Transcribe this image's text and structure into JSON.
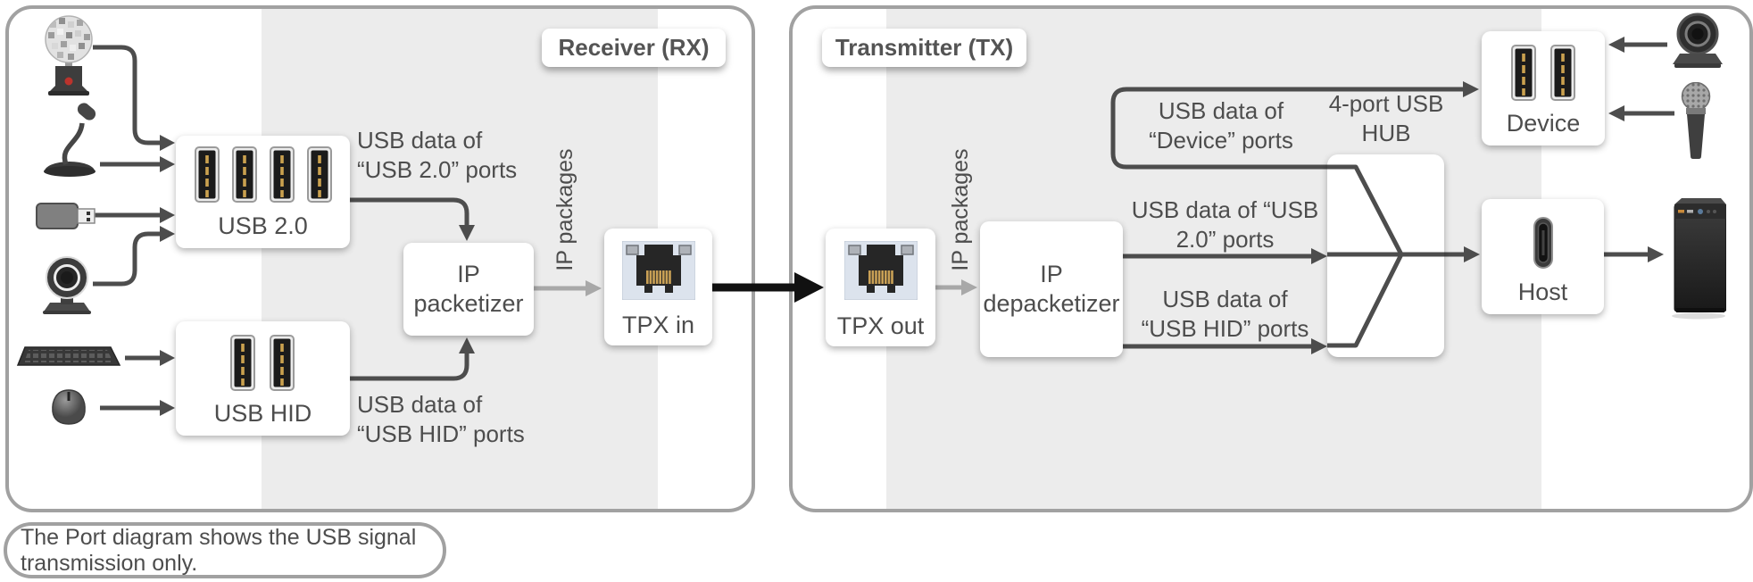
{
  "rx": {
    "badge": "Receiver (RX)",
    "usb20": "USB 2.0",
    "usbhid": "USB HID",
    "packetizer1": "IP",
    "packetizer2": "packetizer",
    "tpx_in": "TPX in",
    "usb2_l1": "USB data of",
    "usb2_l2": "“USB 2.0” ports",
    "hid_l1": "USB data of",
    "hid_l2": "“USB HID” ports",
    "ip_packages": "IP packages"
  },
  "tx": {
    "badge": "Transmitter (TX)",
    "tpx_out": "TPX out",
    "depacketizer1": "IP",
    "depacketizer2": "depacketizer",
    "ip_packages": "IP packages",
    "device": "Device",
    "host": "Host",
    "device_l1": "USB data of",
    "device_l2": "“Device” ports",
    "hub_l1": "4-port USB",
    "hub_l2": "HUB",
    "usb2_l1": "USB data of “USB",
    "usb2_l2": "2.0” ports",
    "hid_l1": "USB data of",
    "hid_l2": "“USB HID” ports"
  },
  "caption": "The Port diagram shows the USB signal transmission only.",
  "colors": {
    "line_dark": "#4d4d4d",
    "line_gray": "#a8a8a8",
    "line_black": "#111111",
    "panel_border": "#a1a1a1",
    "band": "#ececec",
    "pin_gold": "#c9a055",
    "rj45_bg": "#dce3ed"
  }
}
